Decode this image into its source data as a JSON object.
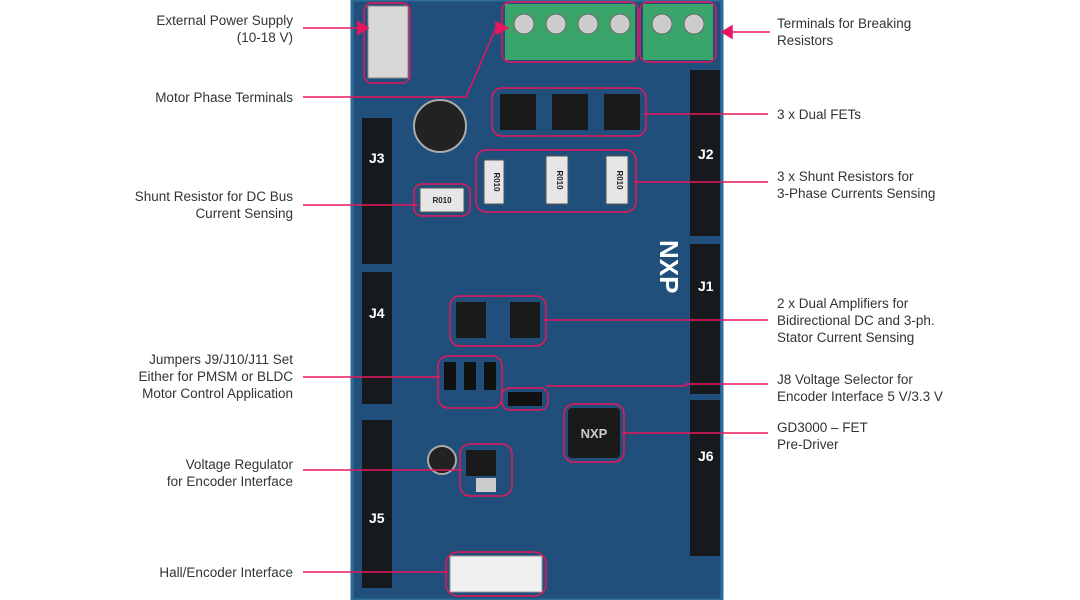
{
  "left_labels": [
    {
      "text": "External Power Supply\n(10-18 V)"
    },
    {
      "text": "Motor Phase Terminals"
    },
    {
      "text": "Shunt Resistor for DC Bus\nCurrent Sensing"
    },
    {
      "text": "Jumpers J9/J10/J11 Set\nEither for PMSM or BLDC\nMotor Control Application"
    },
    {
      "text": "Voltage Regulator\nfor Encoder Interface"
    },
    {
      "text": "Hall/Encoder Interface"
    }
  ],
  "right_labels": [
    {
      "text": "Terminals for Breaking\nResistors"
    },
    {
      "text": "3 x Dual FETs"
    },
    {
      "text": "3 x Shunt Resistors for\n3-Phase Currents Sensing"
    },
    {
      "text": "2 x Dual Amplifiers for\nBidirectional DC and 3-ph.\nStator Current Sensing"
    },
    {
      "text": "J8 Voltage Selector for\nEncoder Interface 5 V/3.3 V"
    },
    {
      "text": "GD3000 – FET\nPre-Driver"
    }
  ],
  "board": {
    "connectors": [
      "J3",
      "J4",
      "J5",
      "J2",
      "J1",
      "J6"
    ],
    "logo": "NXP",
    "shunt_marking": "R010"
  },
  "colors": {
    "pcb": "#1f4f7a",
    "callout": "#e8175d",
    "terminal": "#3aa56a"
  }
}
